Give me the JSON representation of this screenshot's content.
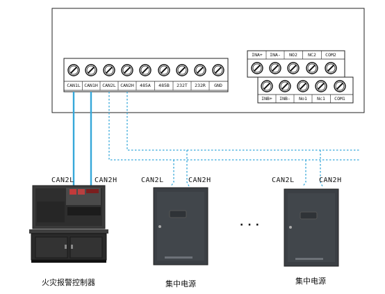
{
  "terminal_block_main": {
    "labels": [
      "CAN1L",
      "CAN1H",
      "CAN2L",
      "CAN2H",
      "485A",
      "485B",
      "232T",
      "232R",
      "GND"
    ]
  },
  "terminal_block_relay": {
    "top_labels": [
      "INA+",
      "INA-",
      "NO2",
      "NC2",
      "COM2"
    ],
    "bottom_labels": [
      "INB+",
      "INB-",
      "No1",
      "Nc1",
      "COM1"
    ]
  },
  "connections": {
    "fire_panel_can2l": "CAN2L",
    "fire_panel_can2h": "CAN2H",
    "psu1_can2l": "CAN2L",
    "psu1_can2h": "CAN2H",
    "psu2_can2l": "CAN2L",
    "psu2_can2h": "CAN2H"
  },
  "devices": {
    "fire_alarm_panel": "火灾报警控制器",
    "power_supply_1": "集中电源",
    "power_supply_2": "集中电源",
    "ellipsis": "···"
  },
  "colors": {
    "solid_wire": "#35a7d9",
    "dashed_wire": "#35a7d9",
    "cabinet": "#3b3f44"
  }
}
